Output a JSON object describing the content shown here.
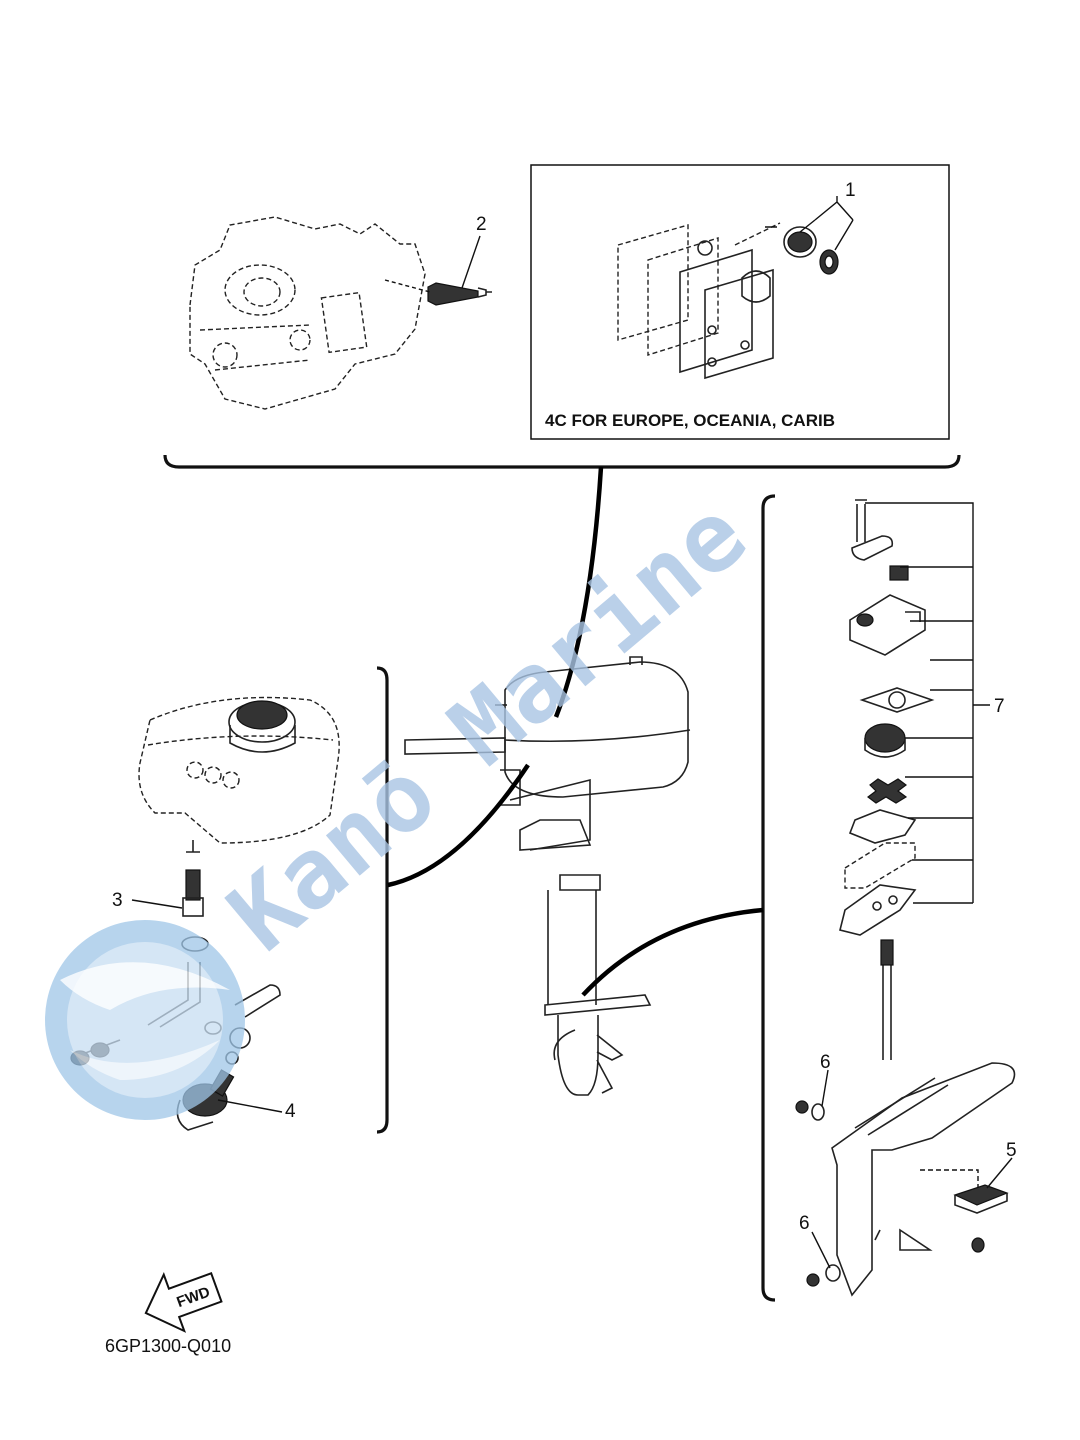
{
  "region_caption": "4C FOR EUROPE, OCEANIA, CARIB",
  "diagram_code": "6GP1300-Q010",
  "fwd_label": "FWD",
  "watermark_text": "Kanō Marine",
  "colors": {
    "line": "#111111",
    "watermark": "#a9c4e4",
    "logo": "#9fc6e8"
  },
  "callouts": [
    {
      "number": "1"
    },
    {
      "number": "2"
    },
    {
      "number": "3"
    },
    {
      "number": "4"
    },
    {
      "number": "5"
    },
    {
      "number": "6"
    },
    {
      "number": "6"
    },
    {
      "number": "7"
    }
  ]
}
